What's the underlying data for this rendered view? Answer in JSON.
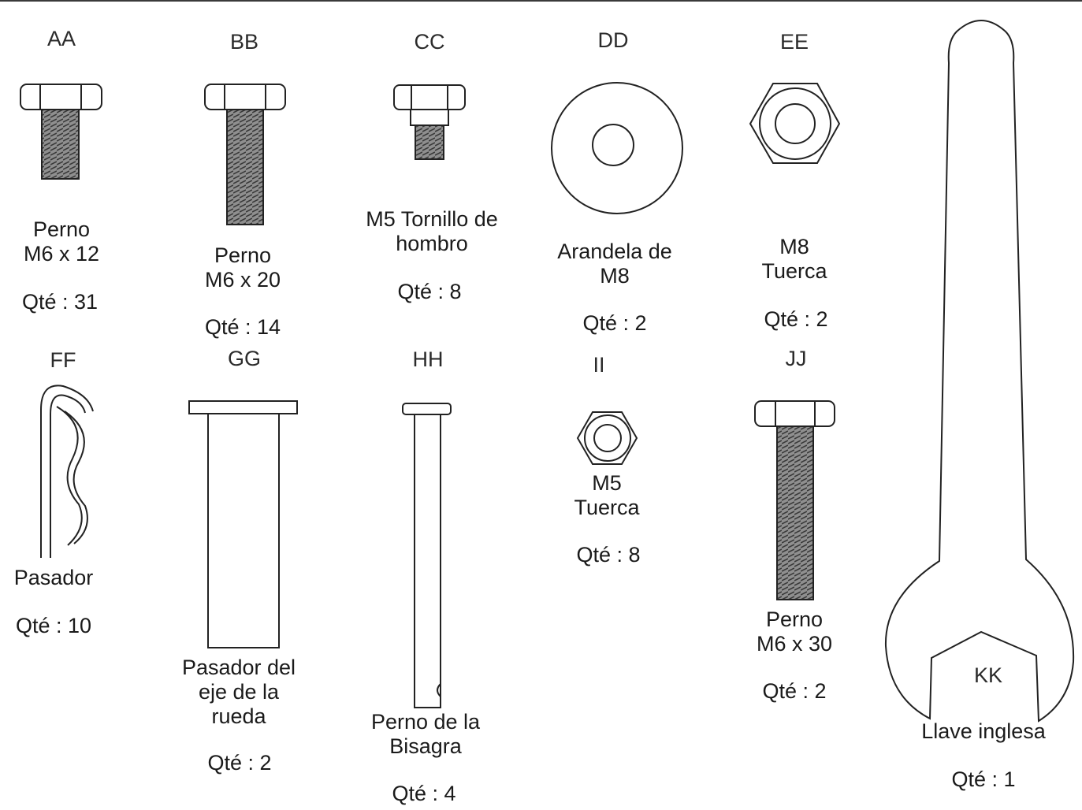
{
  "parts": [
    {
      "code": "AA",
      "name": [
        "Perno",
        "M6 x 12"
      ],
      "qty": "Qté : 31",
      "icon": "hex-bolt-short-icon"
    },
    {
      "code": "BB",
      "name": [
        "Perno",
        "M6 x 20"
      ],
      "qty": "Qté : 14",
      "icon": "hex-bolt-medium-icon"
    },
    {
      "code": "CC",
      "name": [
        "M5 Tornillo de",
        "hombro"
      ],
      "qty": "Qté : 8",
      "icon": "shoulder-screw-icon"
    },
    {
      "code": "DD",
      "name": [
        "Arandela de",
        "M8"
      ],
      "qty": "Qté : 2",
      "icon": "washer-icon"
    },
    {
      "code": "EE",
      "name": [
        "M8",
        "Tuerca"
      ],
      "qty": "Qté : 2",
      "icon": "hex-nut-m8-icon"
    },
    {
      "code": "FF",
      "name": [
        "Pasador"
      ],
      "qty": "Qté : 10",
      "icon": "hairpin-cotter-pin-icon"
    },
    {
      "code": "GG",
      "name": [
        "Pasador del",
        "eje de la",
        "rueda"
      ],
      "qty": "Qté : 2",
      "icon": "axle-pin-icon"
    },
    {
      "code": "HH",
      "name": [
        "Perno de la",
        "Bisagra"
      ],
      "qty": "Qté : 4",
      "icon": "hinge-pin-icon"
    },
    {
      "code": "II",
      "name": [
        "M5",
        "Tuerca"
      ],
      "qty": "Qté : 8",
      "icon": "hex-nut-m5-icon"
    },
    {
      "code": "JJ",
      "name": [
        "Perno",
        "M6 x 30"
      ],
      "qty": "Qté : 2",
      "icon": "hex-bolt-long-icon"
    },
    {
      "code": "KK",
      "name": [
        "Llave inglesa"
      ],
      "qty": "Qté : 1",
      "icon": "open-end-wrench-icon"
    }
  ]
}
